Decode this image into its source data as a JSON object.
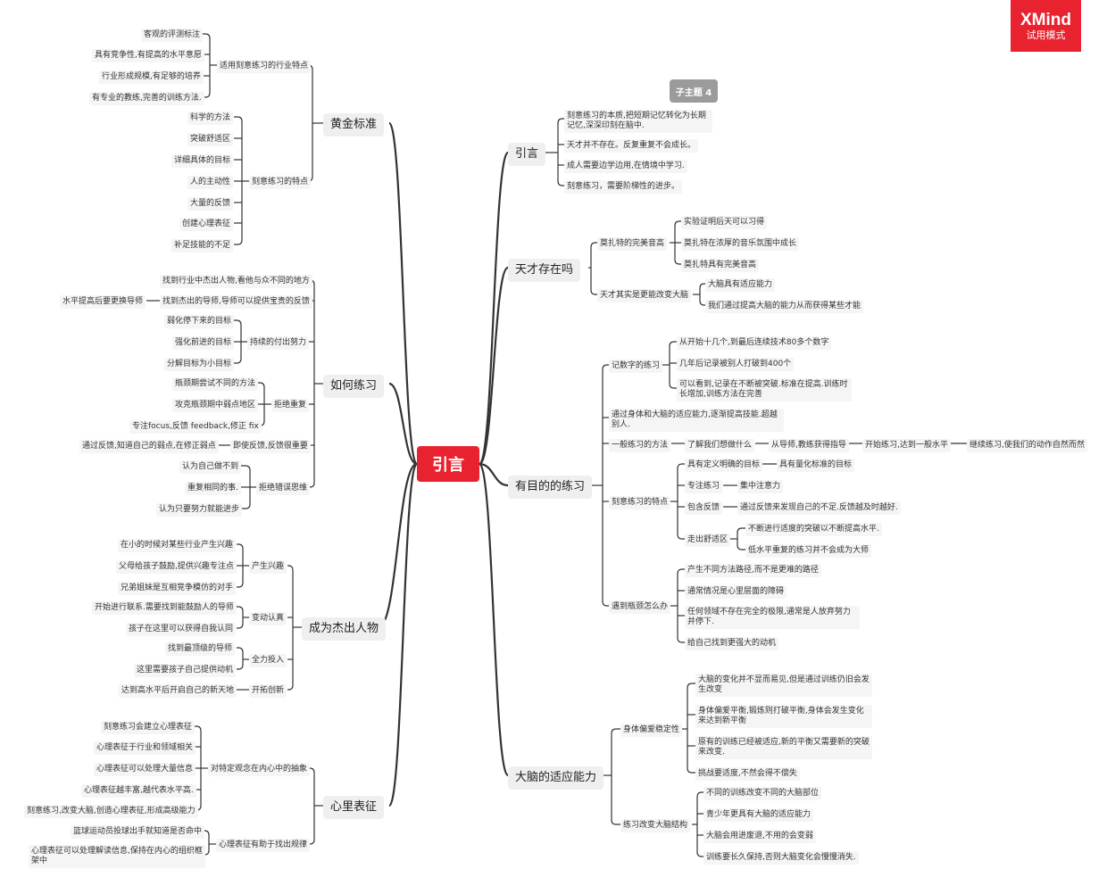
{
  "watermark": {
    "brand": "XMind",
    "mode": "试用模式"
  },
  "root": "引言",
  "floating_topic": "子主题 4",
  "branches": {
    "intro": {
      "title": "引言",
      "items": [
        "刻意练习的本质,把短期记忆转化为长期记忆,深深印刻在脑中.",
        "天才并不存在。反复重复不会成长。",
        "成人需要边学边用,在情境中学习.",
        "刻意练习，需要阶梯性的进步。"
      ]
    },
    "genius": {
      "title": "天才存在吗",
      "mozart": "莫扎特的完美音高",
      "mozart_items": [
        "实验证明后天可以习得",
        "莫扎特在浓厚的音乐氛围中成长",
        "莫扎特具有完美音高"
      ],
      "brain": "天才其实是更能改变大脑",
      "brain_items": [
        "大脑具有适应能力",
        "我们通过提高大脑的能力从而获得某些才能"
      ]
    },
    "purposeful": {
      "title": "有目的的练习",
      "memory": "记数字的练习",
      "memory_items": [
        "从开始十几个,到最后连续技术80多个数字",
        "几年后记录被别人打破到400个",
        "可以看到,记录在不断被突破.标准在提高.训练时长增加,训练方法在完善"
      ],
      "adapt": "通过身体和大脑的适应能力,逐渐提高技能.超越别人.",
      "general": "一般练习的方法",
      "general_chain": [
        "了解我们想做什么",
        "从导师,教练获得指导",
        "开始练习,达到一般水平",
        "继续练习,使我们的动作自然而然"
      ],
      "features": "刻意练习的特点",
      "f1": "具有定义明确的目标",
      "f1a": "具有量化标准的目标",
      "f2": "专注练习",
      "f2a": "集中注意力",
      "f3": "包含反馈",
      "f3a": "通过反馈来发现自己的不足.反馈越及时越好.",
      "f4": "走出舒适区",
      "f4a": "不断进行适度的突破以不断提高水平.",
      "f4b": "低水平重复的练习并不会成为大师",
      "plateau": "遇到瓶颈怎么办",
      "plateau_items": [
        "产生不同方法路径,而不是更难的路径",
        "通常情况是心里层面的障碍",
        "任何领域不存在完全的极限,通常是人放弃努力并停下.",
        "给自己找到更强大的动机"
      ]
    },
    "brain": {
      "title": "大脑的适应能力",
      "body": "身体偏爱稳定性",
      "body_items": [
        "大脑的变化并不显而易见,但是通过训练仍旧会发生改变",
        "身体偏爱平衡,锻炼则打破平衡,身体会发生变化来达到新平衡",
        "原有的训练已经被适应,新的平衡又需要新的突破来改变.",
        "挑战要适度,不然会得不偿失"
      ],
      "struct": "练习改变大脑结构",
      "struct_items": [
        "不同的训练改变不同的大脑部位",
        "青少年更具有大脑的适应能力",
        "大脑会用进废退,不用的会变弱",
        "训练要长久保持,否则大脑变化会慢慢消失."
      ]
    },
    "gold": {
      "title": "黄金标准",
      "industry": "适用刻意练习的行业特点",
      "industry_items": [
        "客观的评测标注",
        "具有竞争性,有提高的水平意愿",
        "行业形成规模,有足够的培养",
        "有专业的教练,完善的训练方法."
      ],
      "feat": "刻意练习的特点",
      "feat_items": [
        "科学的方法",
        "突破舒适区",
        "详细具体的目标",
        "人的主动性",
        "大量的反馈",
        "创建心理表征",
        "补足技能的不足"
      ]
    },
    "how": {
      "title": "如何练习",
      "find": "找到行业中杰出人物,看他与众不同的地方",
      "mentor": "找到杰出的导师,导师可以提供宝贵的反馈",
      "mentor_sub": "水平提高后要更换导师",
      "effort": "持续的付出努力",
      "effort_items": [
        "弱化停下来的目标",
        "强化前进的目标",
        "分解目标为小目标"
      ],
      "norepeat": "拒绝重复",
      "norepeat_items": [
        "瓶颈期尝试不同的方法",
        "攻克瓶颈期中弱点地区",
        "专注focus,反馈 feedback,修正 fix"
      ],
      "feedback": "即使反馈,反馈很重要",
      "feedback_sub": "通过反馈,知道自己的弱点,在修正弱点",
      "wrong": "拒绝错误思维",
      "wrong_items": [
        "认为自己做不到",
        "重复相同的事.",
        "认为只要努力就能进步"
      ]
    },
    "excel": {
      "title": "成为杰出人物",
      "interest": "产生兴趣",
      "interest_items": [
        "在小的时候对某些行业产生兴趣",
        "父母给孩子鼓励,提供兴趣专注点",
        "兄弟姐妹是互相竞争模仿的对手"
      ],
      "change": "变动认真",
      "change_items": [
        "开始进行联系.需要找到能鼓励人的导师",
        "孩子在这里可以获得自我认同"
      ],
      "invest": "全力投入",
      "invest_items": [
        "找到最顶级的导师",
        "这里需要孩子自己提供动机"
      ],
      "pioneer": "开拓创新",
      "pioneer_sub": "达到高水平后开启自己的新天地"
    },
    "repr": {
      "title": "心里表征",
      "abstract": "对特定观念在内心中的抽象",
      "abstract_items": [
        "刻意练习会建立心理表征",
        "心理表征于行业和领域相关",
        "心理表征可以处理大量信息",
        "心理表征越丰富,越代表水平高.",
        "刻意练习,改变大脑,创造心理表征,形成高级能力"
      ],
      "rule": "心理表征有助于找出规律",
      "rule_items": [
        "篮球运动员投球出手就知道是否命中",
        "心理表征可以处理解读信息,保持在内心的组织框架中"
      ]
    }
  }
}
